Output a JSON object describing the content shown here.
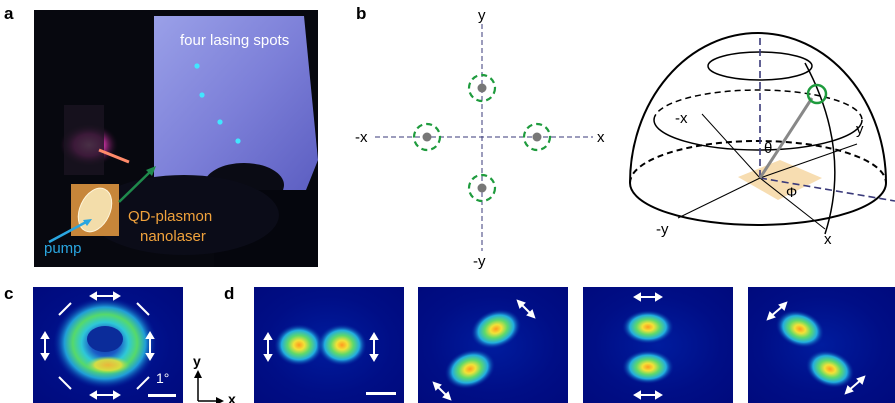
{
  "panels": {
    "a": {
      "label": "a",
      "caption_spots": "four lasing spots",
      "caption_pump": "pump",
      "caption_device_line1": "QD-plasmon",
      "caption_device_line2": "nanolaser",
      "colors": {
        "pump_arrow": "#2aa6e0",
        "device_arrow": "#1f8a4c",
        "device_text": "#f0a23c",
        "pump_text": "#2aa6e0"
      }
    },
    "b": {
      "label": "b",
      "axes_2d": {
        "y": "y",
        "neg_x": "-x",
        "x": "x",
        "neg_y": "-y"
      },
      "axes_3d": {
        "neg_x": "-x",
        "y": "y",
        "neg_y": "-y",
        "x": "x",
        "theta": "θ",
        "phi": "Φ"
      },
      "colors": {
        "polarization_arrows": "#1e9b3d",
        "dashed_axes": "#3a3a7a",
        "selected_circle": "#1e9b3d",
        "plane": "#f6d9a8"
      }
    },
    "c": {
      "label": "c",
      "scale_label": "1°",
      "axis_y": "y",
      "axis_x": "x"
    },
    "d": {
      "label": "d"
    }
  }
}
